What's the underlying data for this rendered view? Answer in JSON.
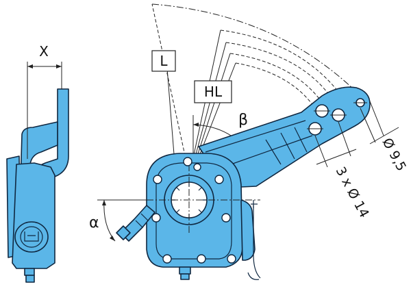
{
  "labels": {
    "x": "X",
    "l": "L",
    "hl": "HL",
    "beta": "β",
    "alpha": "α",
    "small_hole": "Ø 9,5",
    "large_holes": "3 x Ø 14"
  },
  "colors": {
    "part_fill": "#5bb6e8",
    "outline": "#0f2740",
    "line": "#222222"
  }
}
